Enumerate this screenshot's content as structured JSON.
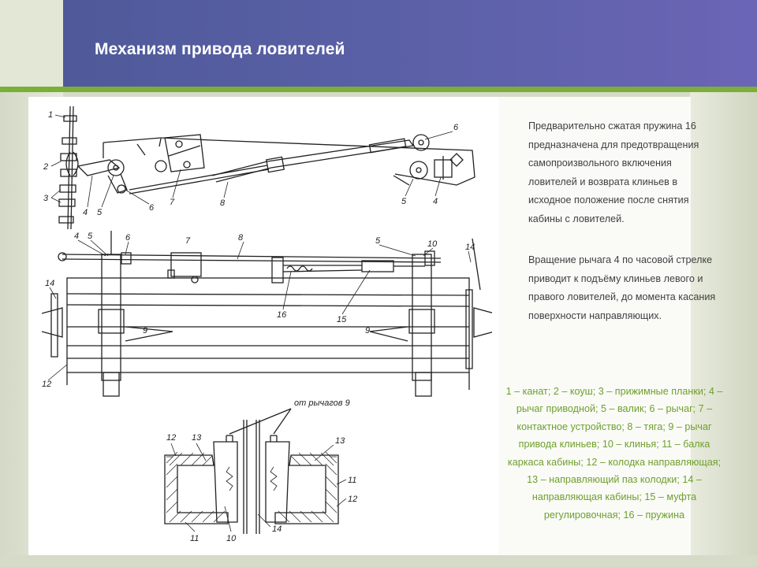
{
  "slide": {
    "title": "Механизм привода ловителей"
  },
  "description": {
    "paragraph1": "Предварительно сжатая пружина 16 предназначена для предотвращения самопроизвольного включения ловителей и возврата клиньев в исходное положение после снятия кабины с ловителей.",
    "paragraph2": "Вращение рычага 4 по часовой стрелке приводит к подъёму клиньев левого и правого ловителей, до момента касания поверхности направляющих.",
    "legend": "1 – канат; 2 – коуш; 3 – прижимные планки; 4 – рычаг приводной; 5 – валик; 6 – рычаг; 7 – контактное устройство; 8 – тяга; 9 – рычаг привода клиньев; 10 – клинья; 11 – балка каркаса кабины; 12 – колодка направляющая; 13 – направляющий паз колодки; 14 – направляющая кабины; 15 – муфта регулировочная; 16 – пружина"
  },
  "figure": {
    "top_view_labels": {
      "l1": "1",
      "l2": "2",
      "l3": "3",
      "l4": "4",
      "l5": "5",
      "l6a": "6",
      "l7": "7",
      "l8": "8",
      "l6b": "6",
      "l5b": "5",
      "l4b": "4"
    },
    "plan_view_labels": {
      "l4": "4",
      "l5": "5",
      "l6": "6",
      "l7": "7",
      "l8": "8",
      "l5b": "5",
      "l10": "10",
      "l14a": "14",
      "l14b": "14",
      "l16": "16",
      "l15": "15",
      "l9a": "9",
      "l9b": "9",
      "l12": "12"
    },
    "detail_labels": {
      "caption": "от рычагов 9",
      "l12a": "12",
      "l13a": "13",
      "l13b": "13",
      "l11a": "11",
      "l12b": "12",
      "l11b": "11",
      "l10": "10",
      "l14": "14"
    }
  }
}
